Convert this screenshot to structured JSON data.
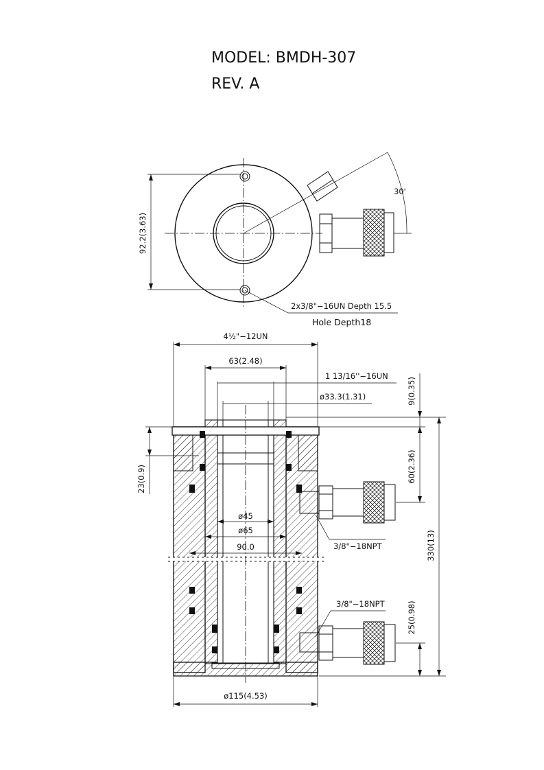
{
  "header": {
    "model": "MODEL: BMDH-307",
    "revision": "REV. A"
  },
  "top_view": {
    "dim_height": "92.2(3.63)",
    "dim_angle": "30'",
    "hole_note_line1": "2x3/8\"−16UN Depth 15.5",
    "hole_note_line2": "Hole Depth18"
  },
  "section_view": {
    "dim_top_thread": "4½\"−12UN",
    "dim_63": "63(2.48)",
    "dim_inner_thread": "1 13/16''−16UN",
    "dim_33": "ø33.3(1.31)",
    "dim_9": "9(0.35)",
    "dim_60": "60(2.36)",
    "dim_23": "23(0.9)",
    "dim_45": "ø45",
    "dim_65": "ø65",
    "dim_90": "90.0",
    "port_upper": "3/8\"−18NPT",
    "port_lower": "3/8\"−18NPT",
    "dim_330": "330(13)",
    "dim_25": "25(0.98)",
    "dim_115": "ø115(4.53)"
  }
}
